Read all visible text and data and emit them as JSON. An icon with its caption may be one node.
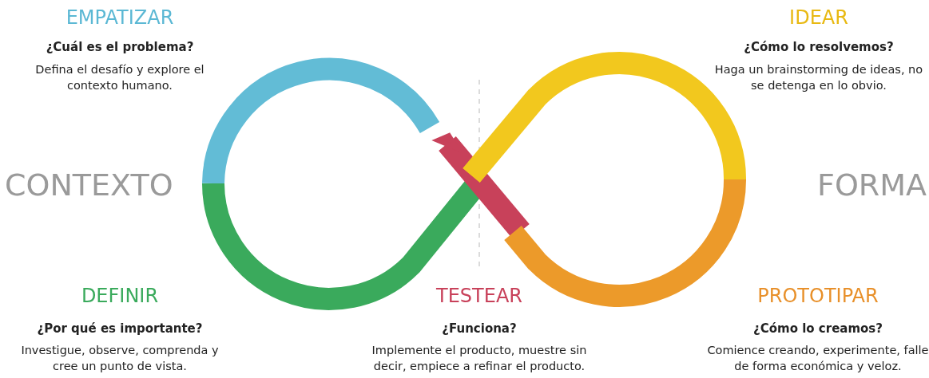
{
  "diagram": {
    "labels": [
      "EMPATIZAR",
      "¿Cuál es el problema?",
      "Defina el desafío y explore el contexto humano.",
      "IDEAR",
      "¿Cómo lo resolvemos?",
      "Haga un brainstorming de ideas, no se detenga en lo obvio.",
      "CONTEXTO",
      "FORMA",
      "DEFINIR",
      "¿Por qué es importante?",
      "Investigue, observe, comprenda y cree un punto de vista.",
      "TESTEAR",
      "¿Funciona?",
      "Implemente el producto, muestre sin decir, empiece a refinar el producto.",
      "PROTOTIPAR",
      "¿Cómo lo creamos?",
      "Comience creando, experimente, falle de forma económica y veloz."
    ]
  }
}
